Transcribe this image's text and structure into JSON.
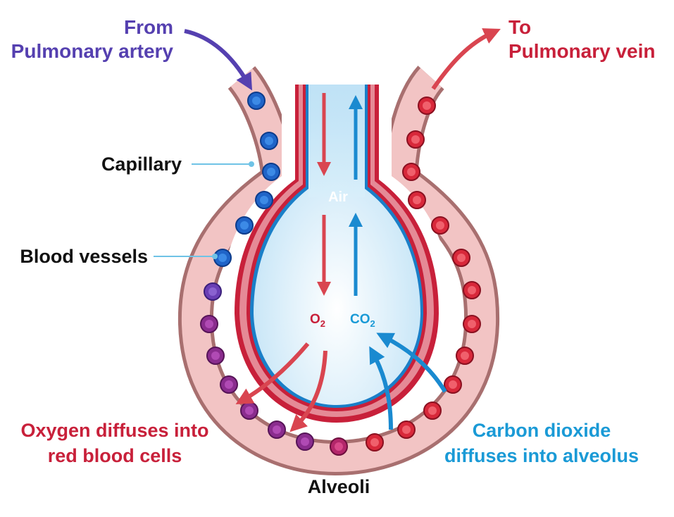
{
  "labels": {
    "from_line1": "From",
    "from_line2": "Pulmonary artery",
    "to_line1": "To",
    "to_line2": "Pulmonary vein",
    "capillary": "Capillary",
    "blood_vessels": "Blood vessels",
    "air": "Air",
    "o2": "O",
    "o2_sub": "2",
    "co2": "CO",
    "co2_sub": "2",
    "oxygen_line1": "Oxygen diffuses into",
    "oxygen_line2": "red blood cells",
    "carbon_line1": "Carbon dioxide",
    "carbon_line2": "diffuses into alveolus",
    "alveoli": "Alveoli"
  },
  "colors": {
    "artery_label": "#5540b0",
    "vein_label": "#c8203a",
    "oxygen_label": "#c8203a",
    "carbon_label": "#1a9ad6",
    "black_label": "#111111",
    "vessel_wall": "#a86f6f",
    "vessel_fill": "#f2c4c4",
    "alveolus_red": "#c8203a",
    "alveolus_blue_line": "#1a7fc8",
    "air_fill": "#cfe9f7",
    "blue_cell": "#1f64c8",
    "purple_cell": "#8a2c8e",
    "red_cell": "#d8283a",
    "o2_arrow": "#d94550",
    "co2_arrow": "#1a8ad0"
  }
}
